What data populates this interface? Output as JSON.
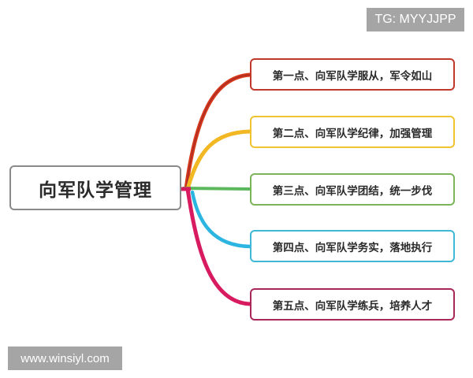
{
  "root": {
    "label": "向军队学管理",
    "border_color": "#8a8a8a"
  },
  "branches": [
    {
      "label": "第一点、向军队学服从，军令如山",
      "color": "#c0392b",
      "line_color": "#d63a1a"
    },
    {
      "label": "第二点、向军队学纪律，加强管理",
      "color": "#f0c330",
      "line_color": "#f2b824"
    },
    {
      "label": "第三点、向军队学团结，统一步伐",
      "color": "#7cb45a",
      "line_color": "#5cb85c"
    },
    {
      "label": "第四点、向军队学务实，落地执行",
      "color": "#3fb8d6",
      "line_color": "#2cb5e0"
    },
    {
      "label": "第五点、向军队学练兵，培养人才",
      "color": "#a8285a",
      "line_color": "#d81b60"
    }
  ],
  "watermarks": {
    "top_right": "TG: MYYJJPP",
    "bottom_left": "www.winsiyl.com"
  }
}
